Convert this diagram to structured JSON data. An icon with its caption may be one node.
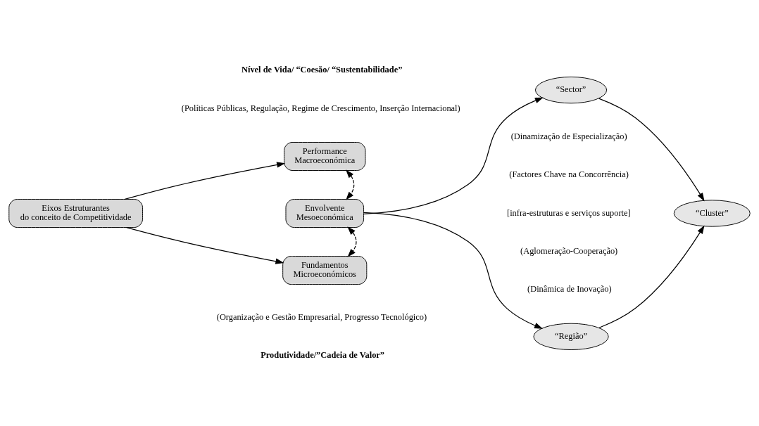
{
  "diagram": {
    "nodes": [
      {
        "text": [
          "Eixos Estruturantes",
          "do conceito de Competitividade"
        ]
      },
      {
        "text": [
          "Performance",
          "Macroeconómica"
        ]
      },
      {
        "text": [
          "Envolvente",
          "Mesoeconómica"
        ]
      },
      {
        "text": [
          "Fundamentos",
          "Microeconómicos"
        ]
      },
      {
        "text": [
          "“Sector”"
        ]
      },
      {
        "text": [
          "“Região”"
        ]
      },
      {
        "text": [
          "“Cluster”"
        ]
      }
    ],
    "edges": [
      {
        "from": 0,
        "to": 1,
        "arrow": "to"
      },
      {
        "from": 0,
        "to": 3,
        "arrow": "to"
      },
      {
        "from": 1,
        "to": 2,
        "arrow": "both",
        "style": "dashed"
      },
      {
        "from": 2,
        "to": 3,
        "arrow": "both",
        "style": "dashed"
      },
      {
        "from": 2,
        "to": 4,
        "arrow": "to"
      },
      {
        "from": 2,
        "to": 5,
        "arrow": "to"
      },
      {
        "from": 4,
        "to": 6,
        "arrow": "to"
      },
      {
        "from": 5,
        "to": 6,
        "arrow": "to"
      }
    ],
    "labels": [
      "Nível de Vida/ “Coesão/ “Sustentabilidade”",
      "(Políticas Públicas, Regulação, Regime de Crescimento, Inserção Internacional)",
      "(Dinamização de Especialização)",
      "(Factores Chave na Concorrência)",
      "[infra-estruturas e serviços suporte]",
      "(Aglomeração-Cooperação)",
      "(Dinâmica de Inovação)",
      "(Organização e Gestão Empresarial, Progresso Tecnológico)",
      "Produtividade/”Cadeia de Valor”"
    ]
  }
}
